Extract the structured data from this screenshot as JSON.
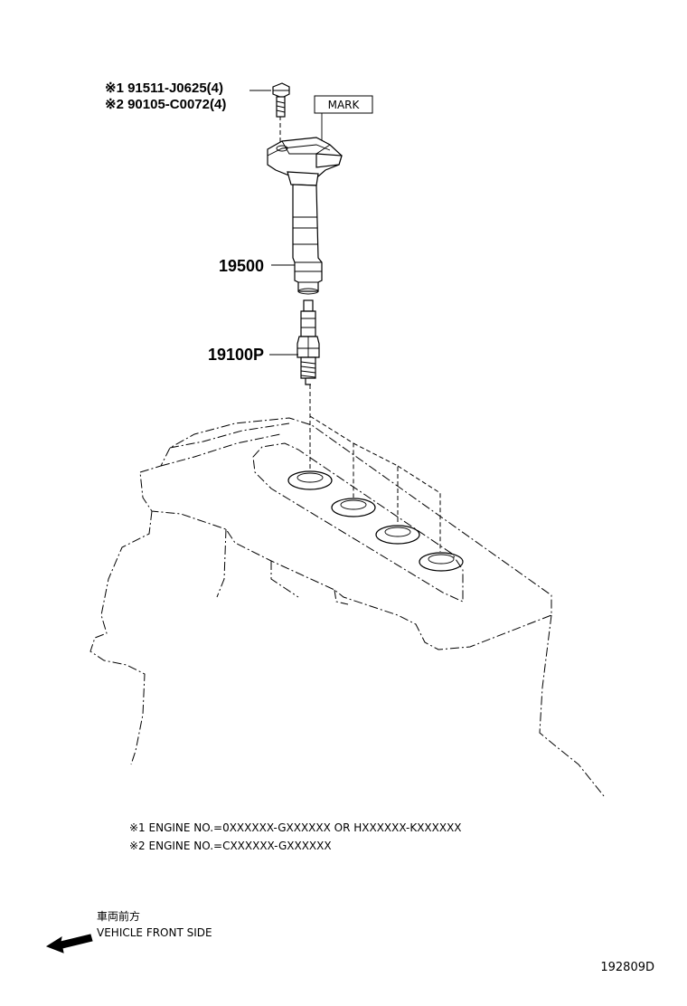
{
  "callouts": {
    "bolt_1": "※1 91511-J0625(4)",
    "bolt_2": "※2 90105-C0072(4)",
    "mark": "MARK",
    "coil": "19500",
    "plug": "19100P"
  },
  "notes": {
    "note_1": "※1 ENGINE NO.=0XXXXXX-GXXXXXX OR HXXXXXX-KXXXXXX",
    "note_2": "※2 ENGINE NO.=CXXXXXX-GXXXXXX"
  },
  "direction": {
    "japanese": "車両前方",
    "english": "VEHICLE FRONT SIDE",
    "icon": "arrow-left-icon"
  },
  "figure_id": "192809D"
}
